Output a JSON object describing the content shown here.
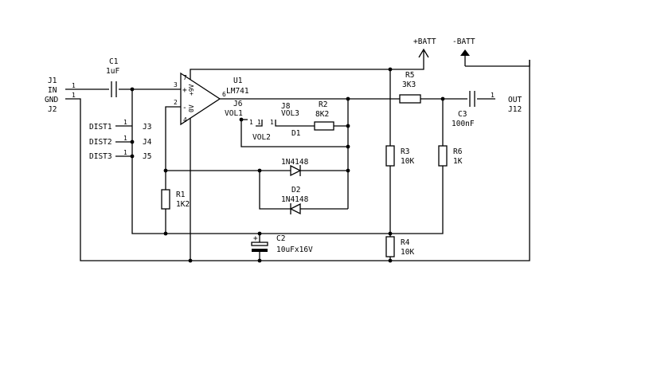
{
  "connectors": {
    "j1": {
      "ref": "J1",
      "name": "IN",
      "pin": "1"
    },
    "j2": {
      "ref": "J2",
      "name": "GND",
      "pin": "1"
    },
    "j3": {
      "ref": "J3",
      "name": "DIST1",
      "pin": "1"
    },
    "j4": {
      "ref": "J4",
      "name": "DIST2",
      "pin": "1"
    },
    "j5": {
      "ref": "J5",
      "name": "DIST3",
      "pin": "1"
    },
    "j6": {
      "ref": "J6",
      "name": "VOL1",
      "pin": "1"
    },
    "j8": {
      "ref": "J8",
      "name": "VOL3",
      "pin": "1"
    },
    "vol2": {
      "name": "VOL2",
      "pin": "1"
    },
    "j12": {
      "ref": "J12",
      "name": "OUT",
      "pin": "1"
    }
  },
  "power": {
    "vplus": "+BATT",
    "vminus": "-BATT"
  },
  "opamp": {
    "ref": "U1",
    "value": "LM741",
    "pin_plus_in": "3",
    "pin_minus_in": "2",
    "pin_out": "6",
    "pin_vplus": "7",
    "pin_vminus": "4",
    "plus_sign": "+",
    "minus_sign": "-",
    "label_vplus": "+9V",
    "label_vminus": "0V"
  },
  "components": {
    "c1": {
      "ref": "C1",
      "value": "1uF"
    },
    "c2": {
      "ref": "C2",
      "value": "10uFx16V",
      "polarity": "+"
    },
    "c3": {
      "ref": "C3",
      "value": "100nF"
    },
    "r1": {
      "ref": "R1",
      "value": "1K2"
    },
    "r2": {
      "ref": "R2",
      "value": "8K2"
    },
    "r3": {
      "ref": "R3",
      "value": "10K"
    },
    "r4": {
      "ref": "R4",
      "value": "10K"
    },
    "r5": {
      "ref": "R5",
      "value": "3K3"
    },
    "r6": {
      "ref": "R6",
      "value": "1K"
    },
    "d1": {
      "ref": "D1",
      "value": "1N4148"
    },
    "d2": {
      "ref": "D2",
      "value": "1N4148"
    }
  }
}
